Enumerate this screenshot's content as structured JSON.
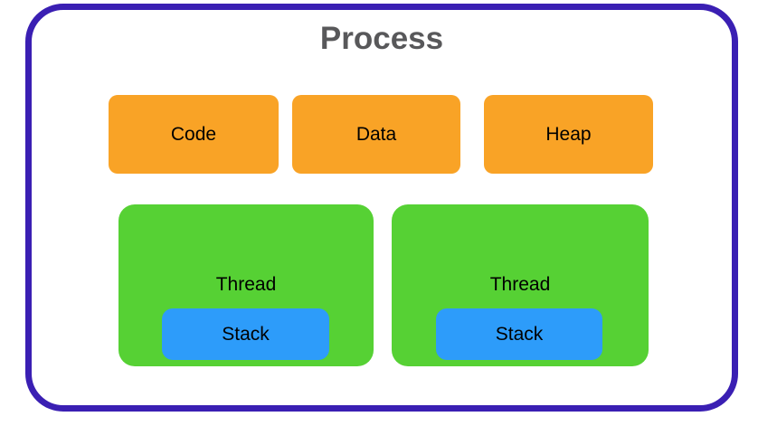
{
  "diagram": {
    "title": "Process",
    "memory_segments": [
      {
        "label": "Code"
      },
      {
        "label": "Data"
      },
      {
        "label": "Heap"
      }
    ],
    "threads": [
      {
        "label": "Thread",
        "stack": {
          "label": "Stack"
        }
      },
      {
        "label": "Thread",
        "stack": {
          "label": "Stack"
        }
      }
    ],
    "colors": {
      "frame_border": "#3A1FB3",
      "segment_fill": "#F9A326",
      "thread_fill": "#56D134",
      "stack_fill": "#2D9CFA",
      "title_text": "#58585A",
      "label_text": "#000000"
    }
  }
}
